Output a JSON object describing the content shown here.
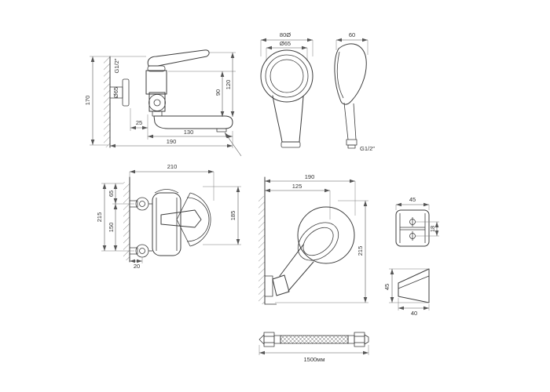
{
  "sheet": {
    "background": "#ffffff",
    "line_color": "#3c3c3c",
    "dim_color": "#555555",
    "text_color": "#333333"
  },
  "views": {
    "mixer_side": {
      "dims": {
        "thread": "G1/2″",
        "flange_dia": "Ø65",
        "height_overall": "170",
        "body_to_spout": "90",
        "top_to_spout": "120",
        "wall_offset": "25",
        "spout_reach": "130",
        "reach_overall": "190"
      }
    },
    "shower_front": {
      "dims": {
        "head_width": "80Ø",
        "face_dia": "Ø65"
      }
    },
    "shower_side": {
      "dims": {
        "head_depth": "60",
        "thread": "G1/2″"
      }
    },
    "mixer_front": {
      "dims": {
        "width_overall": "210",
        "top_offset": "65",
        "height_overall": "215",
        "inlet_centers": "150",
        "height_right": "185",
        "bottom_offset": "20"
      }
    },
    "shower_on_holder": {
      "dims": {
        "reach_overall": "190",
        "face_offset": "125",
        "height_overall": "215"
      }
    },
    "bracket_front": {
      "dims": {
        "width": "45",
        "hole_centers": "18"
      }
    },
    "bracket_side": {
      "dims": {
        "height": "45",
        "depth": "40"
      }
    },
    "hose": {
      "dims": {
        "length": "1500мм"
      }
    }
  }
}
